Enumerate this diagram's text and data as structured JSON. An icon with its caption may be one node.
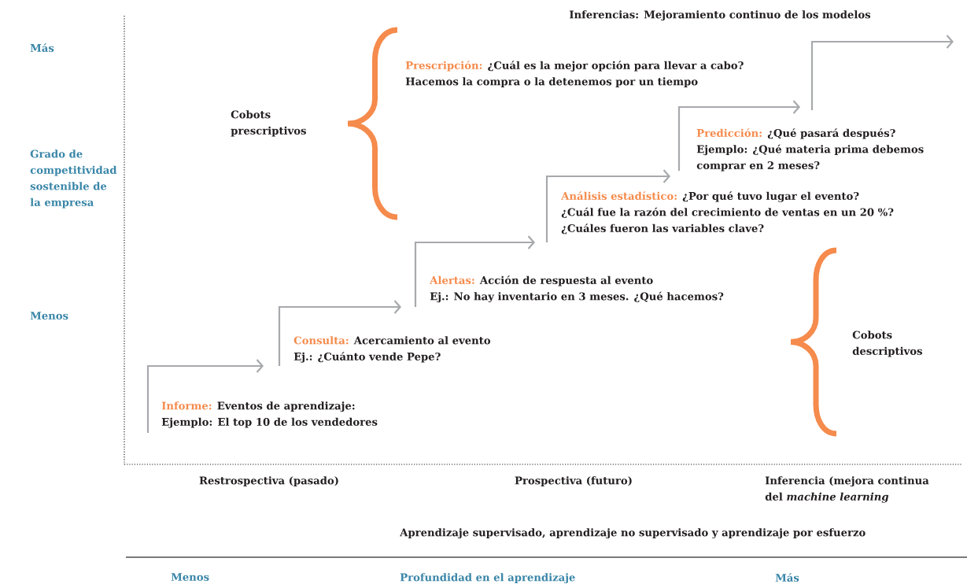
{
  "diagram": {
    "nodes": [
      {
        "text": [
          "Informe:",
          "Eventos de aprendizaje:",
          "Ejemplo: El top 10 de los vendedores"
        ]
      },
      {
        "text": [
          "Consulta:",
          "Acercamiento al evento",
          "Ej.: ¿Cuánto vende Pepe?"
        ]
      },
      {
        "text": [
          "Alertas:",
          "Acción de respuesta al evento",
          "Ej.: No hay inventario en 3 meses. ¿Qué hacemos?"
        ]
      },
      {
        "text": [
          "Análisis estadístico:",
          "¿Por qué tuvo lugar el evento?",
          "¿Cuál fue la razón del crecimiento de ventas en un 20 %?",
          "¿Cuáles fueron las variables clave?"
        ]
      },
      {
        "text": [
          "Predicción:",
          "¿Qué pasará después?",
          "Ejemplo: ¿Qué materia prima debemos comprar en 2 meses?"
        ]
      },
      {
        "text": [
          "Prescripción:",
          "¿Cuál es la mejor opción para llevar a cabo?",
          "Hacemos la compra o la detenemos por un tiempo"
        ]
      },
      {
        "text": [
          "Cobots prescriptivos"
        ]
      },
      {
        "text": [
          "Cobots descriptivos"
        ]
      }
    ],
    "labels": [
      "Inferencias: Mejoramiento continuo de los modelos",
      "Más",
      "Grado de competitividad sostenible de la empresa",
      "Menos",
      "Restrospectiva (pasado)",
      "Prospectiva (futuro)",
      "Inferencia (mejora continua del *machine learning*",
      "Aprendizaje supervisado, aprendizaje no supervisado y aprendizaje por esfuerzo",
      "Menos",
      "Profundidad en el aprendizaje",
      "Más"
    ]
  }
}
